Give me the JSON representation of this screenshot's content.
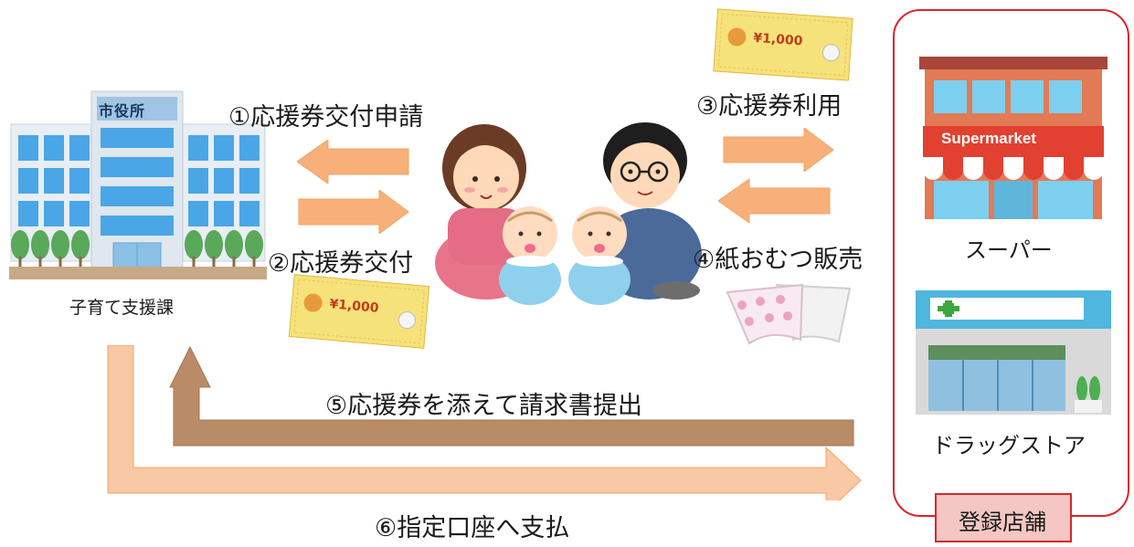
{
  "city_hall": {
    "sign": "市役所",
    "dept": "子育て支援課"
  },
  "steps": {
    "s1": "①応援券交付申請",
    "s2": "②応援券交付",
    "s3": "③応援券利用",
    "s4": "④紙おむつ販売",
    "s5": "⑤応援券を添えて請求書提出",
    "s6": "⑥指定口座へ支払"
  },
  "voucher": {
    "amount": "¥1,000"
  },
  "stores": {
    "supermarket_sign": "Supermarket",
    "supermarket_label": "スーパー",
    "drugstore_label": "ドラッグストア",
    "group_label": "登録店舗"
  },
  "colors": {
    "arrow_light": "#f7b07a",
    "arrow_brown": "#b98b66",
    "store_border": "#d9262a",
    "store_tag_bg": "#f4c7c4"
  }
}
